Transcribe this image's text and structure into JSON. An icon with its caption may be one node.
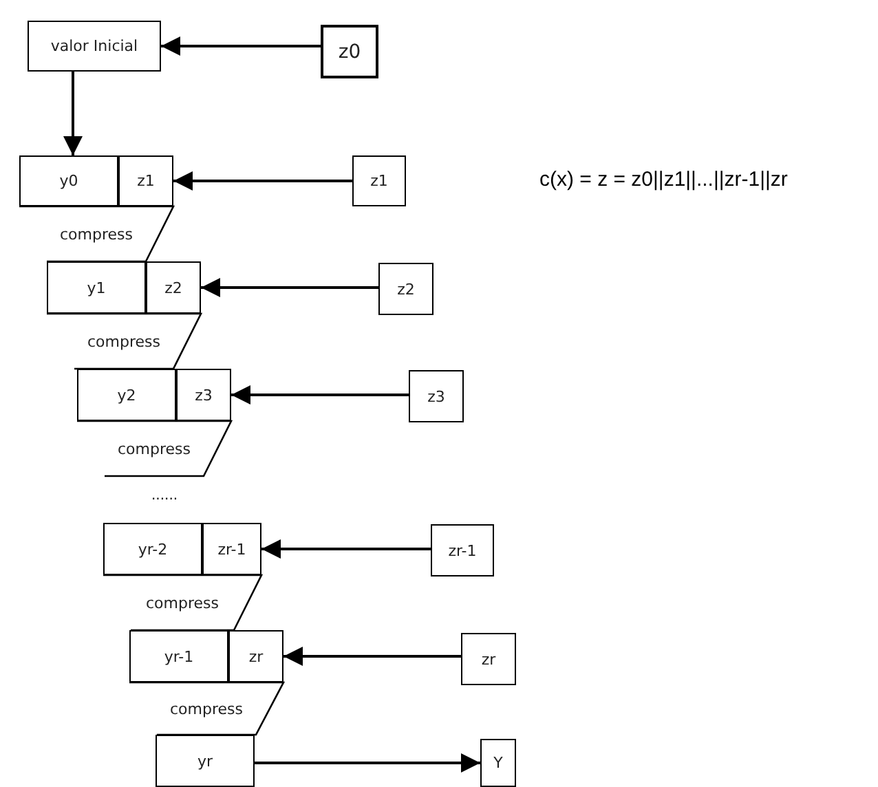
{
  "diagram": {
    "nodes": [
      {
        "text": [
          "valor Inicial"
        ]
      },
      {
        "text": [
          "z0"
        ]
      },
      {
        "text": [
          "y0"
        ]
      },
      {
        "text": [
          "z1"
        ]
      },
      {
        "text": [
          "z1"
        ]
      },
      {
        "text": [
          "compress"
        ]
      },
      {
        "text": [
          "y1"
        ]
      },
      {
        "text": [
          "z2"
        ]
      },
      {
        "text": [
          "z2"
        ]
      },
      {
        "text": [
          "compress"
        ]
      },
      {
        "text": [
          "y2"
        ]
      },
      {
        "text": [
          "z3"
        ]
      },
      {
        "text": [
          "z3"
        ]
      },
      {
        "text": [
          "compress"
        ]
      },
      {
        "text": [
          "yr-2"
        ]
      },
      {
        "text": [
          "zr-1"
        ]
      },
      {
        "text": [
          "zr-1"
        ]
      },
      {
        "text": [
          "compress"
        ]
      },
      {
        "text": [
          "yr-1"
        ]
      },
      {
        "text": [
          "zr"
        ]
      },
      {
        "text": [
          "zr"
        ]
      },
      {
        "text": [
          "compress"
        ]
      },
      {
        "text": [
          "yr"
        ]
      },
      {
        "text": [
          "Y"
        ]
      }
    ],
    "edges": [
      {
        "from": 1,
        "to": 0,
        "arrow": "to"
      },
      {
        "from": 0,
        "to": 2,
        "arrow": "to"
      },
      {
        "from": 4,
        "to": 3,
        "arrow": "to"
      },
      {
        "from": 8,
        "to": 7,
        "arrow": "to"
      },
      {
        "from": 12,
        "to": 11,
        "arrow": "to"
      },
      {
        "from": 16,
        "to": 15,
        "arrow": "to"
      },
      {
        "from": 20,
        "to": 19,
        "arrow": "to"
      },
      {
        "from": 22,
        "to": 23,
        "arrow": "to"
      }
    ],
    "labels": [
      "c(x) = z = z0||z1||...||zr-1||zr",
      "......"
    ]
  }
}
